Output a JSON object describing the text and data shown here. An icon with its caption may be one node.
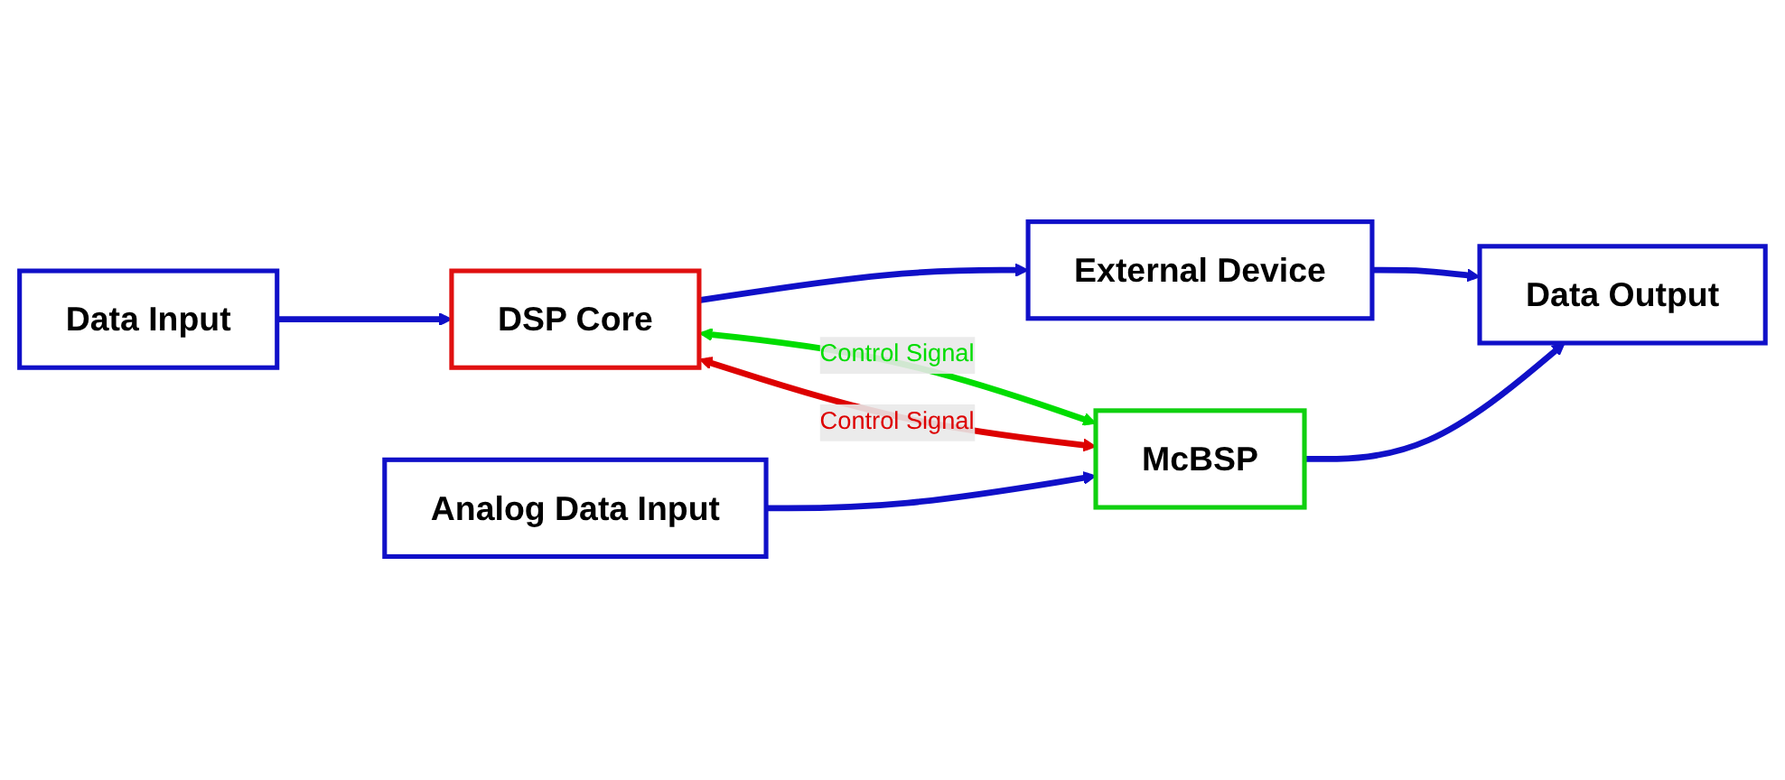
{
  "diagram": {
    "nodes": [
      {
        "text": [
          "Data Input"
        ]
      },
      {
        "text": [
          "DSP Core"
        ]
      },
      {
        "text": [
          "External Device"
        ]
      },
      {
        "text": [
          "Data Output"
        ]
      },
      {
        "text": [
          "Analog Data Input"
        ]
      },
      {
        "text": [
          "McBSP"
        ]
      }
    ],
    "edges": [
      {
        "from": 0,
        "to": 1,
        "arrow": "to"
      },
      {
        "from": 1,
        "to": 2,
        "arrow": "to"
      },
      {
        "from": 2,
        "to": 3,
        "arrow": "to"
      },
      {
        "from": 1,
        "to": 5,
        "arrow": "both",
        "label": "Control Signal",
        "color": "#00dd00"
      },
      {
        "from": 1,
        "to": 5,
        "arrow": "both",
        "label": "Control Signal",
        "color": "#dd0000"
      },
      {
        "from": 4,
        "to": 5,
        "arrow": "to"
      },
      {
        "from": 5,
        "to": 3,
        "arrow": "to"
      }
    ]
  }
}
